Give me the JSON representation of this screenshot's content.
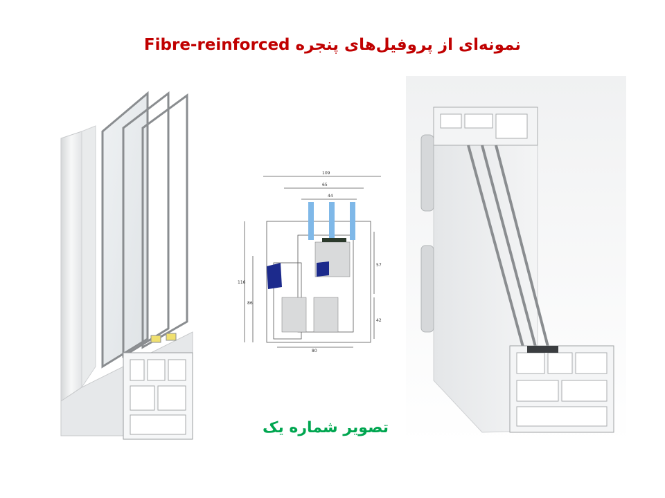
{
  "slide": {
    "title": "نمونه‌ای از پروفیل‌های پنجره Fibre-reinforced",
    "caption": "تصویر شماره یک"
  },
  "colors": {
    "title": "#c00000",
    "caption": "#00a650",
    "profile_white": "#f4f5f6",
    "glass_edge": "#8a8d90",
    "drawing_blue": "#1c2a8c",
    "drawing_light_blue": "#7fb8e8"
  },
  "drawing_dimensions": {
    "overall_width": "109",
    "glass_width": "65",
    "pane_gap": "44",
    "overall_height": "116",
    "sash_height": "57",
    "lower_height": "42",
    "frame_height": "86",
    "bottom_width": "80"
  }
}
